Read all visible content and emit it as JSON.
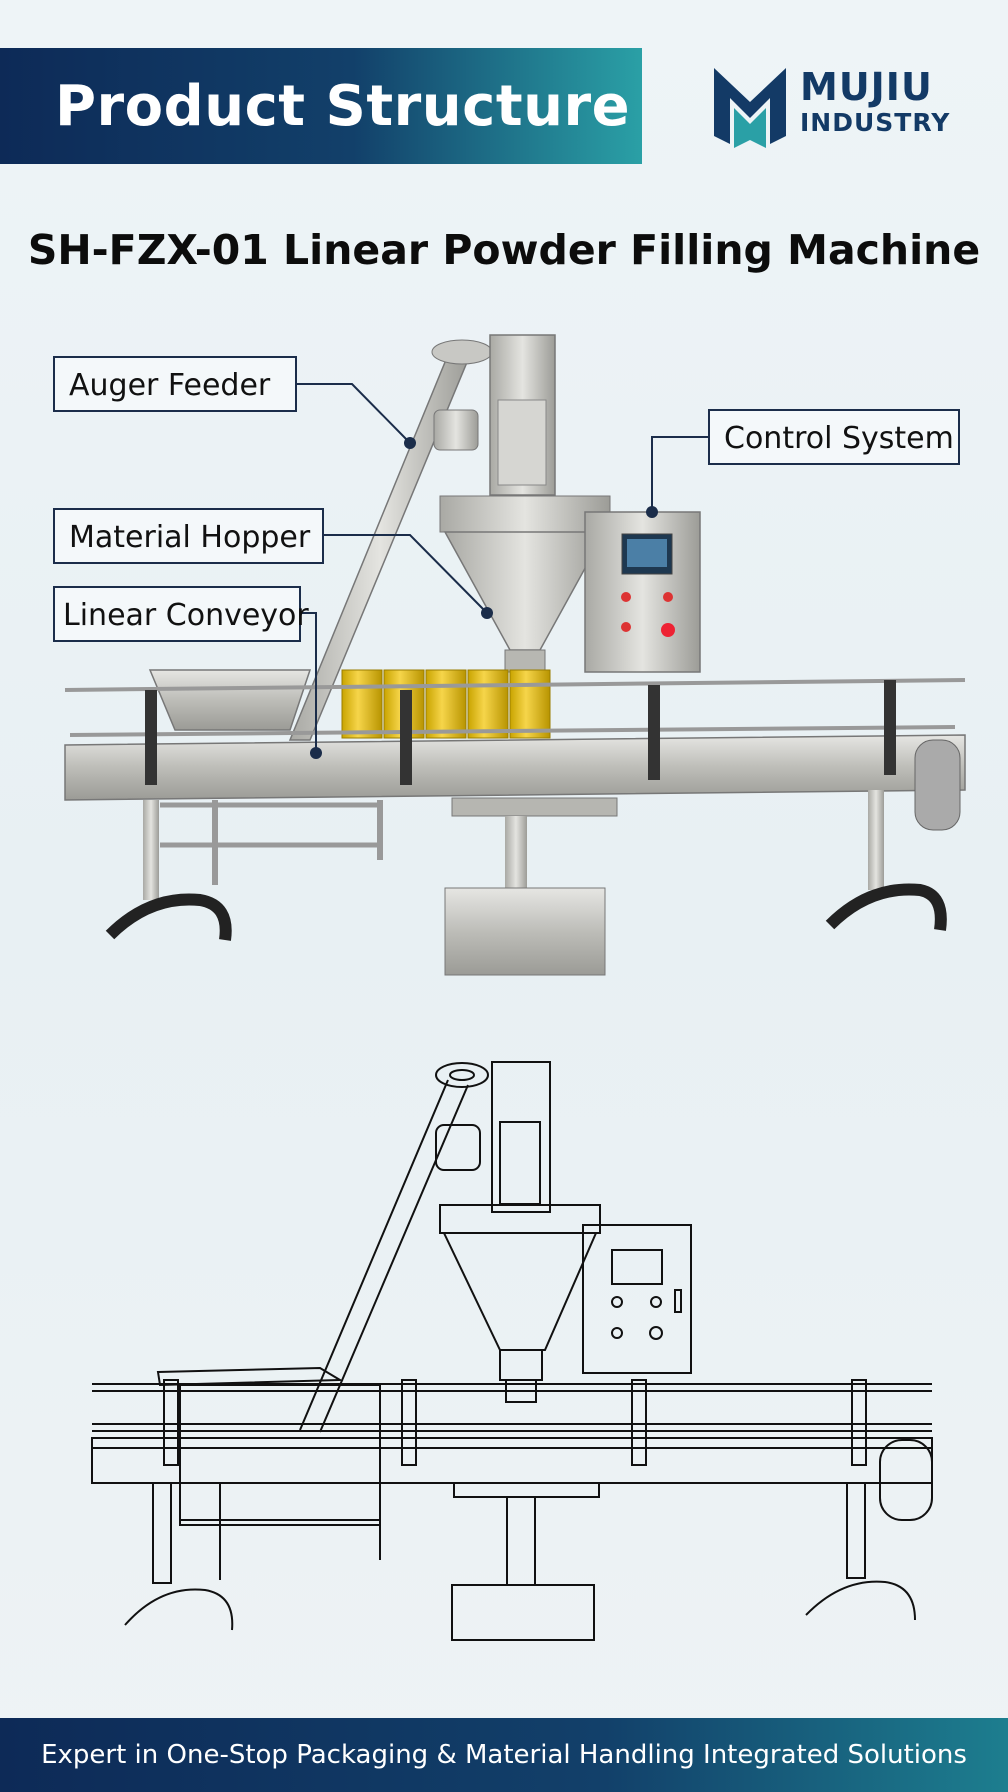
{
  "header": {
    "title": "Product Structure"
  },
  "brand": {
    "name_line1": "MUJIU",
    "name_line2": "INDUSTRY",
    "color_primary": "#133a66",
    "color_accent": "#2aa0a6"
  },
  "subtitle": "SH-FZX-01 Linear Powder Filling Machine",
  "labels": {
    "auger_feeder": "Auger Feeder",
    "control_system": "Control System",
    "material_hopper": "Material Hopper",
    "linear_conveyor": "Linear Conveyor"
  },
  "footer": {
    "text": "Expert in One-Stop Packaging & Material Handling Integrated Solutions"
  }
}
